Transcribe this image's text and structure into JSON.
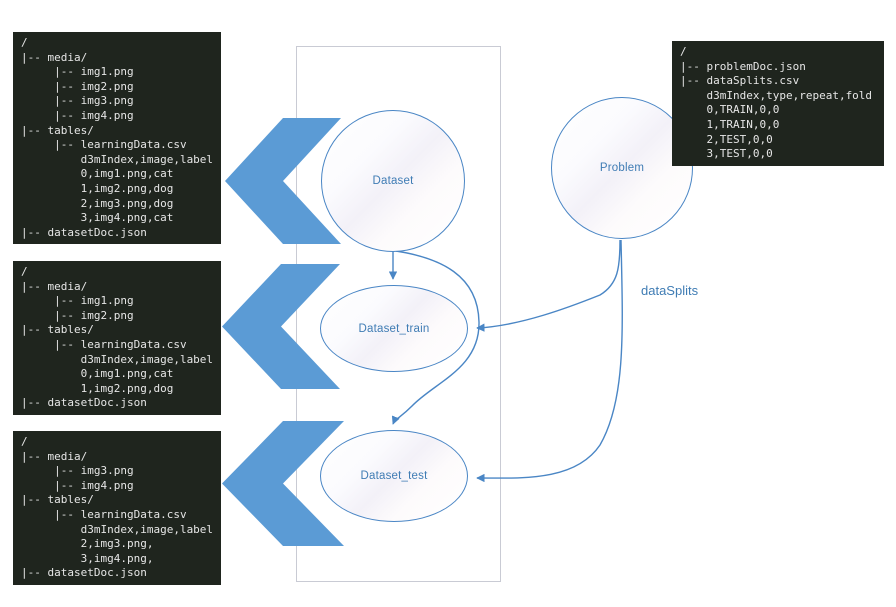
{
  "diagram": {
    "title": "D3M dataset / problem splitting diagram",
    "accent_blue": "#5B9BD5",
    "node_stroke": "#4A86C5",
    "node_text_color": "#3F7CB4",
    "terminal_bg": "#1F251E",
    "terminal_fg": "#E6E6E6",
    "container_border": "#C9CBD4"
  },
  "nodes": {
    "dataset": {
      "label": "Dataset"
    },
    "problem": {
      "label": "Problem"
    },
    "dataset_train": {
      "label": "Dataset_train"
    },
    "dataset_test": {
      "label": "Dataset_test"
    }
  },
  "edges": {
    "datasplits_label": "dataSplits"
  },
  "terminals": {
    "dataset_full": {
      "name": "dataset-full-tree",
      "lines": [
        "/",
        "|-- media/",
        "     |-- img1.png",
        "     |-- img2.png",
        "     |-- img3.png",
        "     |-- img4.png",
        "|-- tables/",
        "     |-- learningData.csv",
        "         d3mIndex,image,label",
        "         0,img1.png,cat",
        "         1,img2.png,dog",
        "         2,img3.png,dog",
        "         3,img4.png,cat",
        "|-- datasetDoc.json"
      ]
    },
    "dataset_train": {
      "name": "dataset-train-tree",
      "lines": [
        "/",
        "|-- media/",
        "     |-- img1.png",
        "     |-- img2.png",
        "|-- tables/",
        "     |-- learningData.csv",
        "         d3mIndex,image,label",
        "         0,img1.png,cat",
        "         1,img2.png,dog",
        "|-- datasetDoc.json"
      ]
    },
    "dataset_test": {
      "name": "dataset-test-tree",
      "lines": [
        "/",
        "|-- media/",
        "     |-- img3.png",
        "     |-- img4.png",
        "|-- tables/",
        "     |-- learningData.csv",
        "         d3mIndex,image,label",
        "         2,img3.png,",
        "         3,img4.png,",
        "|-- datasetDoc.json"
      ]
    },
    "problem": {
      "name": "problem-tree",
      "lines": [
        "/",
        "|-- problemDoc.json",
        "|-- dataSplits.csv",
        "    d3mIndex,type,repeat,fold",
        "    0,TRAIN,0,0",
        "    1,TRAIN,0,0",
        "    2,TEST,0,0",
        "    3,TEST,0,0"
      ]
    }
  }
}
